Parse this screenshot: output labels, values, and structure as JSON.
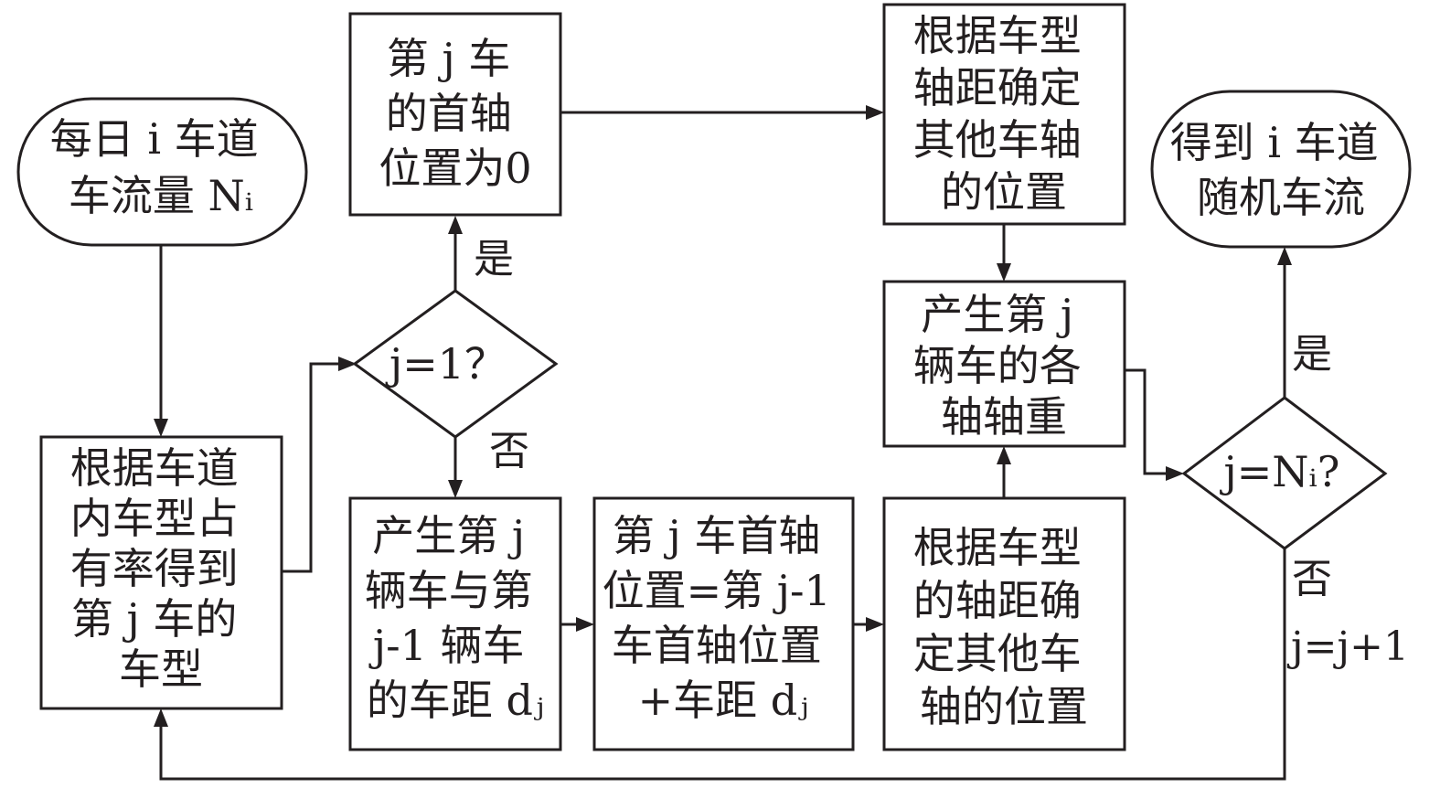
{
  "nodes": {
    "start": {
      "lines": [
        "每日 i 车道",
        "车流量 Nᵢ"
      ]
    },
    "vehicle_type": {
      "lines": [
        "根据车道",
        "内车型占",
        "有率得到",
        "第 j 车的",
        "车型"
      ]
    },
    "decision_first": {
      "lines": [
        "j=1？"
      ]
    },
    "first_axle_zero": {
      "lines": [
        "第 j 车",
        "的首轴",
        "位置为0"
      ]
    },
    "other_axles_top": {
      "lines": [
        "根据车型",
        "轴距确定",
        "其他车轴",
        "的位置"
      ]
    },
    "gap_distance": {
      "lines": [
        "产生第 j",
        "辆车与第",
        "j-1 辆车",
        "的车距 dⱼ"
      ]
    },
    "first_axle_pos": {
      "lines": [
        "第 j 车首轴",
        "位置=第 j-1",
        "车首轴位置",
        "+车距 dⱼ"
      ]
    },
    "other_axles_bottom": {
      "lines": [
        "根据车型",
        "的轴距确",
        "定其他车",
        "轴的位置"
      ]
    },
    "axle_weights": {
      "lines": [
        "产生第 j",
        "辆车的各",
        "轴轴重"
      ]
    },
    "decision_last": {
      "lines": [
        "j=Nᵢ?"
      ]
    },
    "end": {
      "lines": [
        "得到 i 车道",
        "随机车流"
      ]
    }
  },
  "edge_labels": {
    "yes_first": "是",
    "no_first": "否",
    "yes_last": "是",
    "no_last": "否",
    "increment": "j=j+1"
  },
  "colors": {
    "line": "#231f20",
    "background": "#ffffff"
  }
}
